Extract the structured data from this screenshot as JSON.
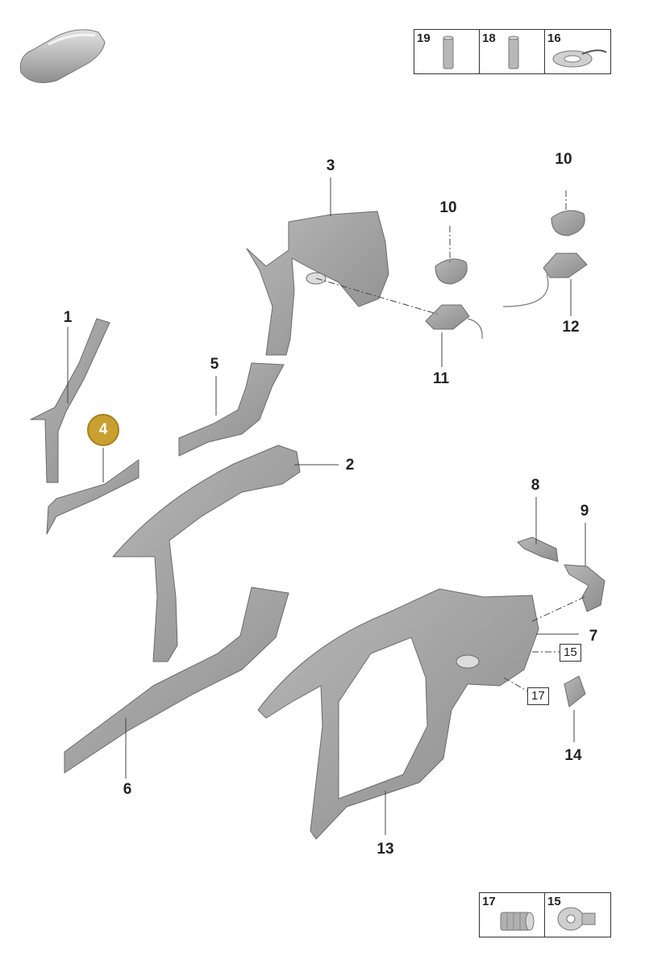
{
  "callouts": {
    "c1": "1",
    "c2": "2",
    "c3": "3",
    "c4": "4",
    "c5": "5",
    "c6": "6",
    "c7": "7",
    "c8": "8",
    "c9": "9",
    "c10a": "10",
    "c10b": "10",
    "c11": "11",
    "c12": "12",
    "c13": "13",
    "c14": "14"
  },
  "boxed": {
    "b15": "15",
    "b17": "17"
  },
  "highlighted_part": "4",
  "legend_top": [
    {
      "num": "19",
      "icon": "pin-icon"
    },
    {
      "num": "18",
      "icon": "pin-icon"
    },
    {
      "num": "16",
      "icon": "tape-roll-icon"
    }
  ],
  "legend_bottom": [
    {
      "num": "17",
      "icon": "rivet-nut-icon"
    },
    {
      "num": "15",
      "icon": "flanged-nut-icon"
    }
  ],
  "colors": {
    "part_fill": "#a4a4a4",
    "part_stroke": "#6a6a6a",
    "highlight": "#c8a030"
  }
}
